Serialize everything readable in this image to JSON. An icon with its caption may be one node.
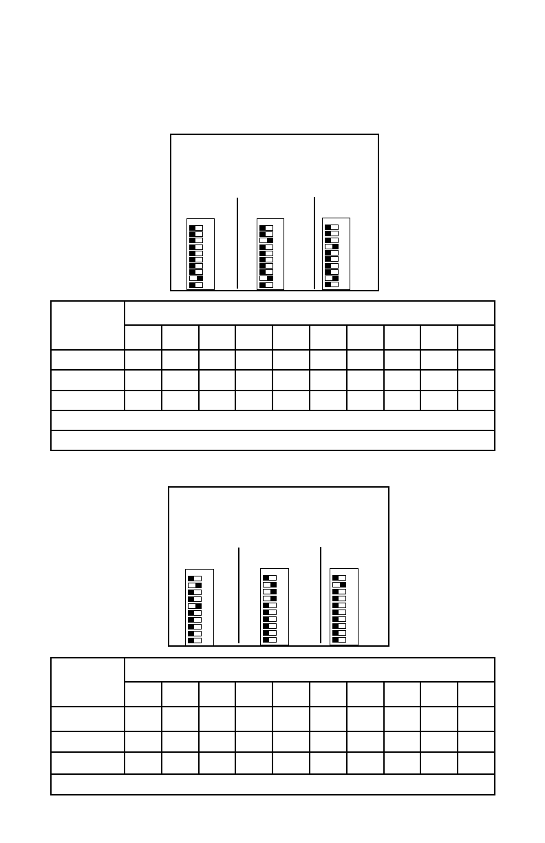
{
  "diagram": {
    "nodes": [
      {
        "text": [],
        "shape": "box"
      },
      {
        "text": [],
        "shape": "box",
        "in": 0
      },
      {
        "text": [],
        "shape": "box",
        "in": 0
      },
      {
        "text": [],
        "shape": "box",
        "in": 0
      },
      {
        "text": [],
        "shape": "box"
      },
      {
        "text": [],
        "shape": "box",
        "in": 4
      },
      {
        "text": [],
        "shape": "box",
        "in": 4
      },
      {
        "text": [],
        "shape": "box",
        "in": 4
      }
    ]
  }
}
